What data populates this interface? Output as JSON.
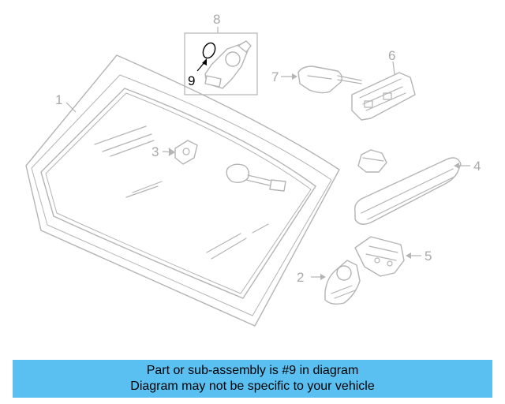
{
  "diagram": {
    "callouts": [
      {
        "id": "1",
        "label": "1"
      },
      {
        "id": "2",
        "label": "2"
      },
      {
        "id": "3",
        "label": "3"
      },
      {
        "id": "4",
        "label": "4"
      },
      {
        "id": "5",
        "label": "5"
      },
      {
        "id": "6",
        "label": "6"
      },
      {
        "id": "7",
        "label": "7"
      },
      {
        "id": "8",
        "label": "8"
      },
      {
        "id": "9",
        "label": "9",
        "highlighted": true
      }
    ],
    "highlight_color": "#000000",
    "part_color": "#b4b4b4"
  },
  "banner": {
    "line1": "Part or sub-assembly is #9 in diagram",
    "line2": "Diagram may not be specific to your vehicle",
    "background": "#5ac0f2"
  }
}
